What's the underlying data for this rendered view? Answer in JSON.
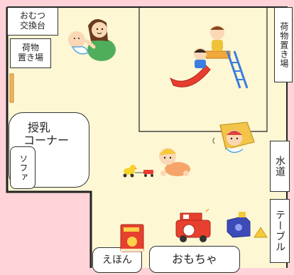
{
  "colors": {
    "floor": "#fdf7d4",
    "outside": "#ffd3d7",
    "wall": "#222222",
    "label_bg": "#ffffff"
  },
  "labels": {
    "diaper_station": [
      "おむつ",
      "交換台"
    ],
    "luggage_left": [
      "荷物",
      "置き場"
    ],
    "luggage_right": "荷物置き場",
    "nursing_corner": [
      "授乳",
      "コーナー"
    ],
    "sofa": "ソファ",
    "water": "水道",
    "table": "テーブル",
    "picture_books": "えほん",
    "toys": "おもちゃ"
  },
  "icons": {
    "mother_baby": "mother-changing-diaper-icon",
    "slide": "children-on-slide-icon",
    "tunnel_baby": "baby-in-tunnel-icon",
    "crawling_baby": "crawling-baby-icon",
    "pull_toy": "duck-pull-toy-icon",
    "book": "picture-book-icon",
    "fire_truck": "toy-fire-truck-icon",
    "shape_sorter": "shape-sorter-icon",
    "wedge": "yellow-block-icon"
  }
}
